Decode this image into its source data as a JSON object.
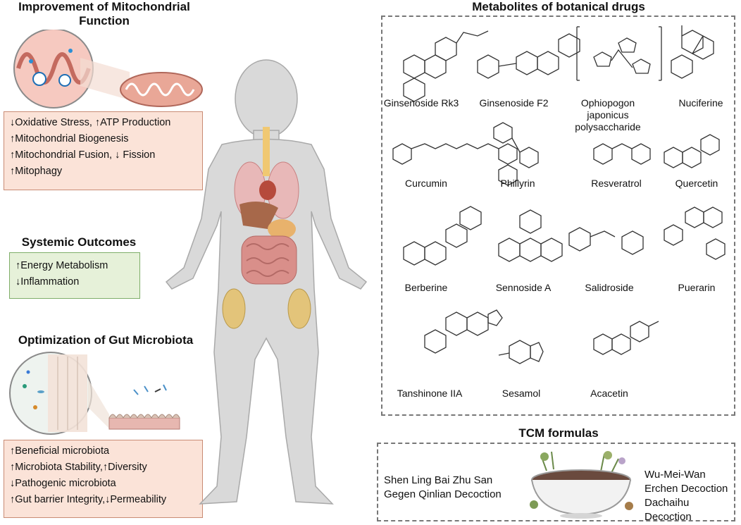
{
  "left": {
    "mito": {
      "title": "Improvement of Mitochondrial Function",
      "effects": [
        "↓Oxidative Stress, ↑ATP Production",
        "↑Mitochondrial Biogenesis",
        "↑Mitochondrial  Fusion, ↓ Fission",
        "↑Mitophagy"
      ]
    },
    "systemic": {
      "title": "Systemic Outcomes",
      "effects": [
        "↑Energy Metabolism",
        "↓Inflammation"
      ]
    },
    "gut": {
      "title": "Optimization of Gut Microbiota",
      "effects": [
        "↑Beneficial microbiota",
        "↑Microbiota Stability,↑Diversity",
        "↓Pathogenic microbiota",
        "↑Gut barrier Integrity,↓Permeability"
      ]
    }
  },
  "metabolites": {
    "title": "Metabolites of  botanical drugs",
    "compounds": [
      "Ginsenoside Rk3",
      "Ginsenoside F2",
      "Ophiopogon japonicus polysaccharide",
      "Nuciferine",
      "Curcumin",
      "Phillyrin",
      "Resveratrol",
      "Quercetin",
      "Berberine",
      "Sennoside A",
      "Salidroside",
      "Puerarin",
      "Tanshinone IIA",
      "Sesamol",
      "Acacetin"
    ]
  },
  "tcm": {
    "title": "TCM formulas",
    "left_formulas": [
      "Shen Ling Bai Zhu San",
      "Gegen Qinlian Decoction"
    ],
    "right_formulas": [
      "Wu-Mei-Wan",
      "Erchen Decoction",
      "Dachaihu Decoction"
    ]
  },
  "colors": {
    "orange_fill": "#fbe3d8",
    "green_fill": "#e6f1d9",
    "body_fill": "#d9d9d9",
    "organ": "#d98f8a"
  }
}
